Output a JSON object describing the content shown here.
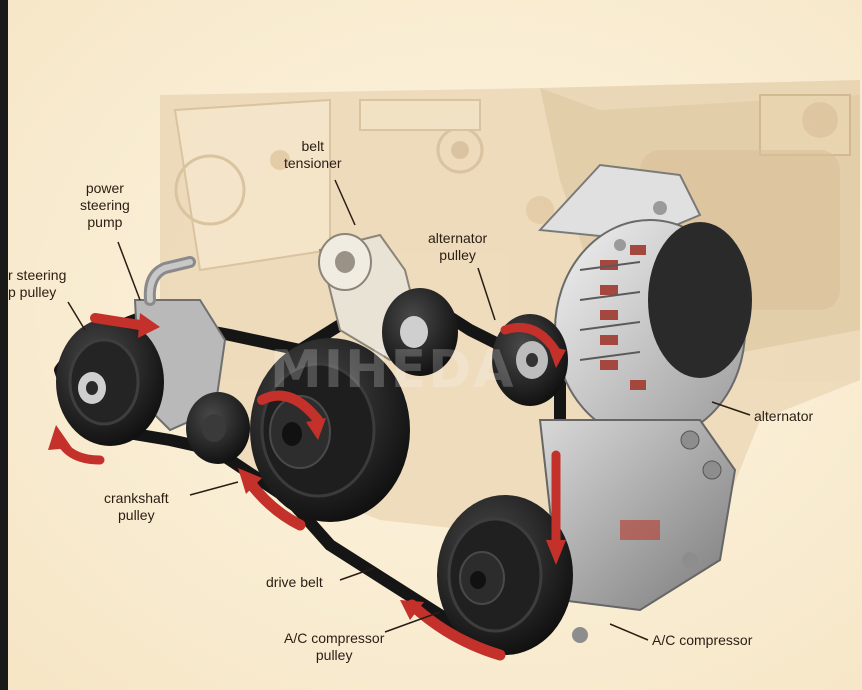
{
  "labels": {
    "belt_tensioner": [
      "belt",
      "tensioner"
    ],
    "power_steering_pump": [
      "power",
      "steering",
      "pump"
    ],
    "power_steering_pump_pulley": [
      "r steering",
      "p pulley"
    ],
    "alternator_pulley": [
      "alternator",
      "pulley"
    ],
    "alternator": "alternator",
    "crankshaft_pulley": [
      "crankshaft",
      "pulley"
    ],
    "drive_belt": "drive belt",
    "ac_compressor_pulley": [
      "A/C compressor",
      "pulley"
    ],
    "ac_compressor": "A/C compressor"
  },
  "watermark": "MIHEDA",
  "colors": {
    "background": "#fbf1db",
    "engine_block": "#e8d3b2",
    "pulley": "#1b1b1b",
    "belt": "#151515",
    "arrow": "#c4312b",
    "label_text": "#2a1d14"
  }
}
